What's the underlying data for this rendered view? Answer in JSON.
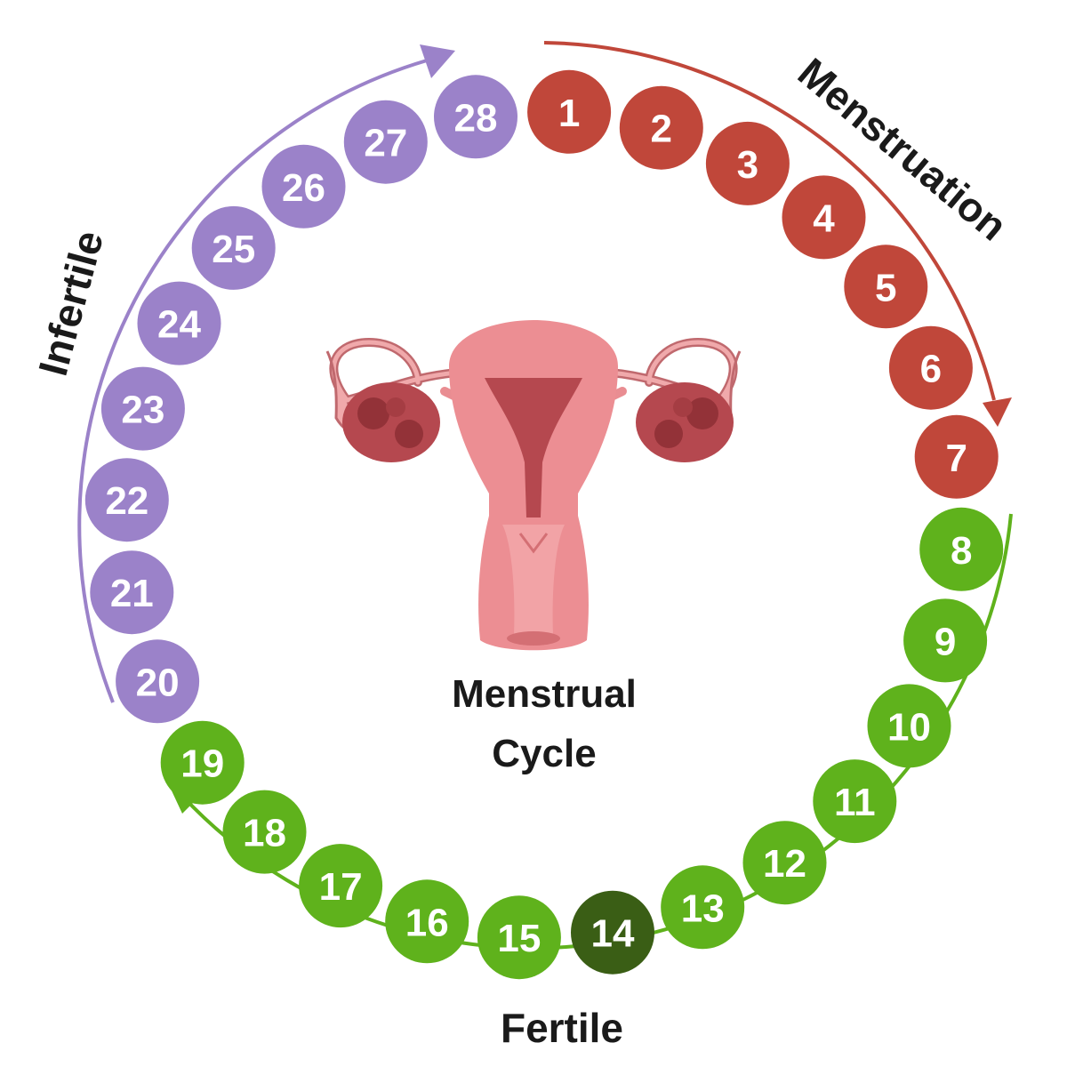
{
  "title_lines": [
    "Menstrual",
    "Cycle"
  ],
  "phases": {
    "menstruation": {
      "label": "Menstruation",
      "color": "#c0473a",
      "days": [
        1,
        7
      ]
    },
    "fertile": {
      "label": "Fertile",
      "color": "#5fb21c",
      "days": [
        8,
        19
      ]
    },
    "infertile": {
      "label": "Infertile",
      "color": "#9b82c9",
      "days": [
        20,
        28
      ]
    }
  },
  "ovulation_day": {
    "day": 14,
    "color": "#3a5e15"
  },
  "days": [
    "1",
    "2",
    "3",
    "4",
    "5",
    "6",
    "7",
    "8",
    "9",
    "10",
    "11",
    "12",
    "13",
    "14",
    "15",
    "16",
    "17",
    "18",
    "19",
    "20",
    "21",
    "22",
    "23",
    "24",
    "25",
    "26",
    "27",
    "28"
  ],
  "icons": {
    "uterus": "uterus-illustration"
  }
}
